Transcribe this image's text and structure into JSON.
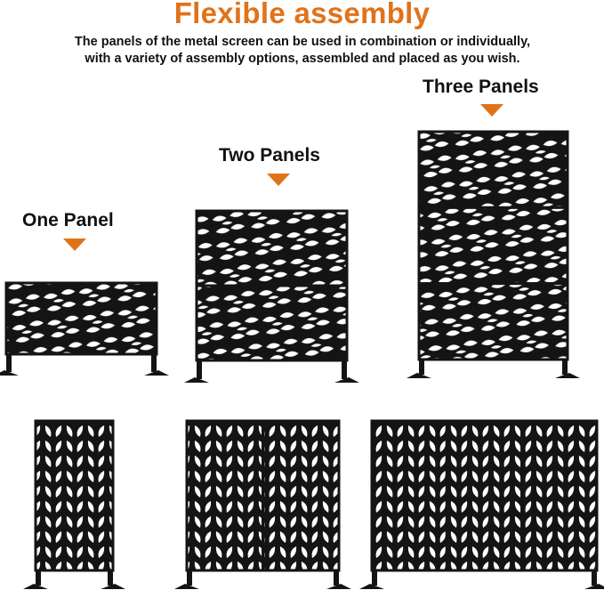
{
  "header": {
    "title": "Flexible assembly",
    "subtitle_line1": "The panels of the metal screen can be used in combination or individually,",
    "subtitle_line2": "with a variety of assembly options, assembled and placed as you wish."
  },
  "labels": {
    "one": "One Panel",
    "two": "Two Panels",
    "three": "Three Panels"
  },
  "colors": {
    "accent": "#e0731a",
    "metal": "#141414",
    "text": "#111111"
  },
  "icons": {
    "pointer": "down-triangle-icon",
    "pattern": "leaf-pattern"
  }
}
